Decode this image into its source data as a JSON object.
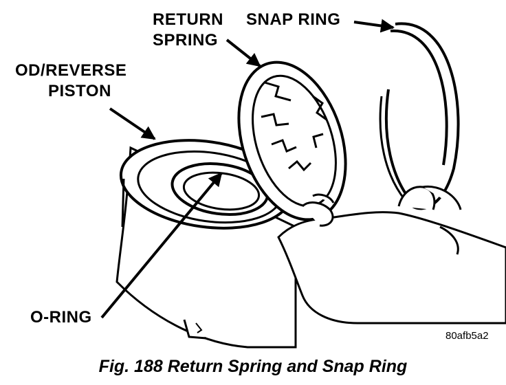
{
  "labels": {
    "return_spring_line1": "RETURN",
    "return_spring_line2": "SPRING",
    "snap_ring": "SNAP RING",
    "piston_line1": "OD/REVERSE",
    "piston_line2": "PISTON",
    "o_ring": "O-RING"
  },
  "figure_code": "80afb5a2",
  "caption": "Fig. 188 Return Spring and Snap Ring"
}
